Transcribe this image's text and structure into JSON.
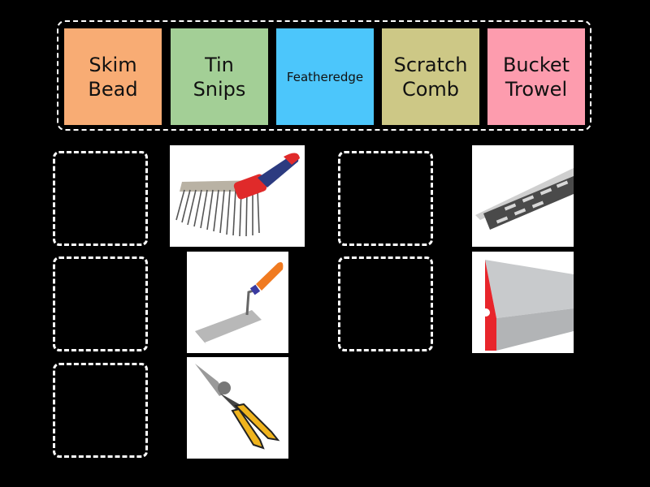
{
  "tray": {
    "tiles": [
      {
        "label": "Skim\nBead",
        "color": "#f8ac74"
      },
      {
        "label": "Tin\nSnips",
        "color": "#a3cf96"
      },
      {
        "label": "Featheredge",
        "color": "#4cc6fb"
      },
      {
        "label": "Scratch\nComb",
        "color": "#cdc886"
      },
      {
        "label": "Bucket\nTrowel",
        "color": "#fd9cae"
      }
    ]
  },
  "images": [
    {
      "name": "scratch-comb-image"
    },
    {
      "name": "bucket-trowel-image"
    },
    {
      "name": "tin-snips-image"
    },
    {
      "name": "skim-bead-image"
    },
    {
      "name": "featheredge-image"
    }
  ],
  "drop_zones": 5
}
